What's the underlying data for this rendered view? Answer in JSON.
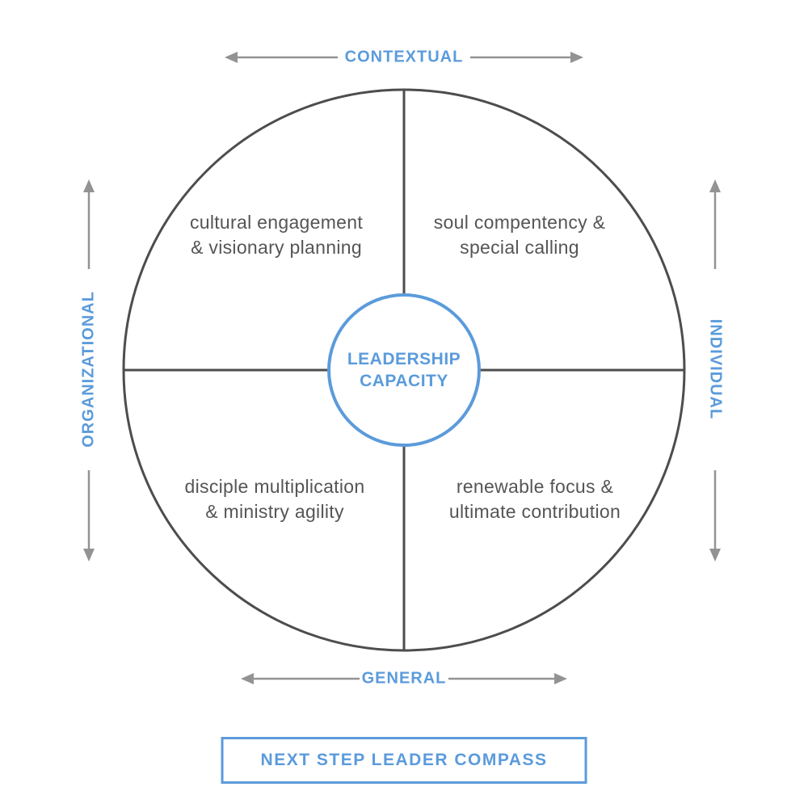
{
  "title": "NEXT STEP LEADER COMPASS",
  "center": {
    "line1": "LEADERSHIP",
    "line2": "CAPACITY"
  },
  "axes": {
    "top": "CONTEXTUAL",
    "bottom": "GENERAL",
    "left": "ORGANIZATIONAL",
    "right": "INDIVIDUAL"
  },
  "quadrants": {
    "top_left": {
      "line1": "cultural engagement",
      "line2": "& visionary planning"
    },
    "top_right": {
      "line1": "soul compentency &",
      "line2": "special calling"
    },
    "bottom_left": {
      "line1": "disciple multiplication",
      "line2": "& ministry agility"
    },
    "bottom_right": {
      "line1": "renewable focus &",
      "line2": "ultimate contribution"
    }
  },
  "colors": {
    "accent_blue": "#5b9bdb",
    "circle_gray": "#4d4d4d",
    "arrow_gray": "#939393",
    "text_gray": "#555555"
  }
}
